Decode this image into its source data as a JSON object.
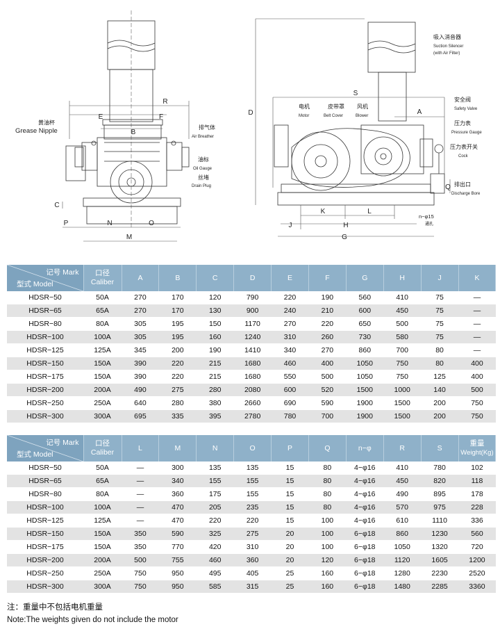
{
  "drawing": {
    "left_view": {
      "labels": {
        "grease_cn": "黄油杯",
        "grease_en": "Grease Nipple",
        "breather_cn": "排气体",
        "breather_en": "Air Breather",
        "oil_cn": "油标",
        "oil_en": "Oil Gauge",
        "drain_cn": "丝堵",
        "drain_en": "Drain Plug"
      },
      "dims": {
        "R": "R",
        "E": "E",
        "F": "F",
        "B": "B",
        "C": "C",
        "P": "P",
        "N": "N",
        "O": "O",
        "M": "M"
      }
    },
    "right_view": {
      "labels": {
        "silencer_cn": "吸入消音器",
        "silencer_en1": "Suction Silencer",
        "silencer_en2": "(with Air Filter)",
        "motor_cn": "电机",
        "motor_en": "Motor",
        "belt_cn": "皮带罩",
        "belt_en": "Belt Cover",
        "blower_cn": "风机",
        "blower_en": "Blower",
        "safety_cn": "安全阀",
        "safety_en": "Safety Valve",
        "pressure_cn": "压力表",
        "pressure_en": "Pressure Gauge",
        "cock_cn": "压力表开关",
        "cock_en": "Cock",
        "discharge_cn": "排出口",
        "discharge_en": "Discharge Bore",
        "hole_note": "n−φ15",
        "hole_cn": "通孔"
      },
      "dims": {
        "S": "S",
        "D": "D",
        "A": "A",
        "Q": "Q",
        "K": "K",
        "L": "L",
        "J": "J",
        "H": "H",
        "G": "G"
      }
    }
  },
  "table1": {
    "corner_top": "记号 Mark",
    "corner_bottom": "型式 Model",
    "caliber_cn": "口径",
    "caliber_en": "Caliber",
    "columns": [
      "A",
      "B",
      "C",
      "D",
      "E",
      "F",
      "G",
      "H",
      "J",
      "K"
    ],
    "rows": [
      [
        "HDSR−50",
        "50A",
        "270",
        "170",
        "120",
        "790",
        "220",
        "190",
        "560",
        "410",
        "75",
        "—"
      ],
      [
        "HDSR−65",
        "65A",
        "270",
        "170",
        "130",
        "900",
        "240",
        "210",
        "600",
        "450",
        "75",
        "—"
      ],
      [
        "HDSR−80",
        "80A",
        "305",
        "195",
        "150",
        "1170",
        "270",
        "220",
        "650",
        "500",
        "75",
        "—"
      ],
      [
        "HDSR−100",
        "100A",
        "305",
        "195",
        "160",
        "1240",
        "310",
        "260",
        "730",
        "580",
        "75",
        "—"
      ],
      [
        "HDSR−125",
        "125A",
        "345",
        "200",
        "190",
        "1410",
        "340",
        "270",
        "860",
        "700",
        "80",
        "—"
      ],
      [
        "HDSR−150",
        "150A",
        "390",
        "220",
        "215",
        "1680",
        "460",
        "400",
        "1050",
        "750",
        "80",
        "400"
      ],
      [
        "HDSR−175",
        "150A",
        "390",
        "220",
        "215",
        "1680",
        "550",
        "500",
        "1050",
        "750",
        "125",
        "400"
      ],
      [
        "HDSR−200",
        "200A",
        "490",
        "275",
        "280",
        "2080",
        "600",
        "520",
        "1500",
        "1000",
        "140",
        "500"
      ],
      [
        "HDSR−250",
        "250A",
        "640",
        "280",
        "380",
        "2660",
        "690",
        "590",
        "1900",
        "1500",
        "200",
        "750"
      ],
      [
        "HDSR−300",
        "300A",
        "695",
        "335",
        "395",
        "2780",
        "780",
        "700",
        "1900",
        "1500",
        "200",
        "750"
      ]
    ]
  },
  "table2": {
    "corner_top": "记号 Mark",
    "corner_bottom": "型式 Model",
    "caliber_cn": "口径",
    "caliber_en": "Caliber",
    "columns": [
      "L",
      "M",
      "N",
      "O",
      "P",
      "Q",
      "n−φ",
      "R",
      "S"
    ],
    "weight_cn": "重量",
    "weight_en": "Weight(Kg)",
    "rows": [
      [
        "HDSR−50",
        "50A",
        "—",
        "300",
        "135",
        "135",
        "15",
        "80",
        "4−φ16",
        "410",
        "780",
        "102"
      ],
      [
        "HDSR−65",
        "65A",
        "—",
        "340",
        "155",
        "155",
        "15",
        "80",
        "4−φ16",
        "450",
        "820",
        "118"
      ],
      [
        "HDSR−80",
        "80A",
        "—",
        "360",
        "175",
        "155",
        "15",
        "80",
        "4−φ16",
        "490",
        "895",
        "178"
      ],
      [
        "HDSR−100",
        "100A",
        "—",
        "470",
        "205",
        "235",
        "15",
        "80",
        "4−φ16",
        "570",
        "975",
        "228"
      ],
      [
        "HDSR−125",
        "125A",
        "—",
        "470",
        "220",
        "220",
        "15",
        "100",
        "4−φ16",
        "610",
        "1110",
        "336"
      ],
      [
        "HDSR−150",
        "150A",
        "350",
        "590",
        "325",
        "275",
        "20",
        "100",
        "6−φ18",
        "860",
        "1230",
        "560"
      ],
      [
        "HDSR−175",
        "150A",
        "350",
        "770",
        "420",
        "310",
        "20",
        "100",
        "6−φ18",
        "1050",
        "1320",
        "720"
      ],
      [
        "HDSR−200",
        "200A",
        "500",
        "755",
        "460",
        "360",
        "20",
        "120",
        "6−φ18",
        "1120",
        "1605",
        "1200"
      ],
      [
        "HDSR−250",
        "250A",
        "750",
        "950",
        "495",
        "405",
        "25",
        "160",
        "6−φ18",
        "1280",
        "2230",
        "2520"
      ],
      [
        "HDSR−300",
        "300A",
        "750",
        "950",
        "585",
        "315",
        "25",
        "160",
        "6−φ18",
        "1480",
        "2285",
        "3360"
      ]
    ]
  },
  "notes": {
    "cn": "注：重量中不包括电机重量",
    "en": "Note:The weights given do not include the motor"
  }
}
